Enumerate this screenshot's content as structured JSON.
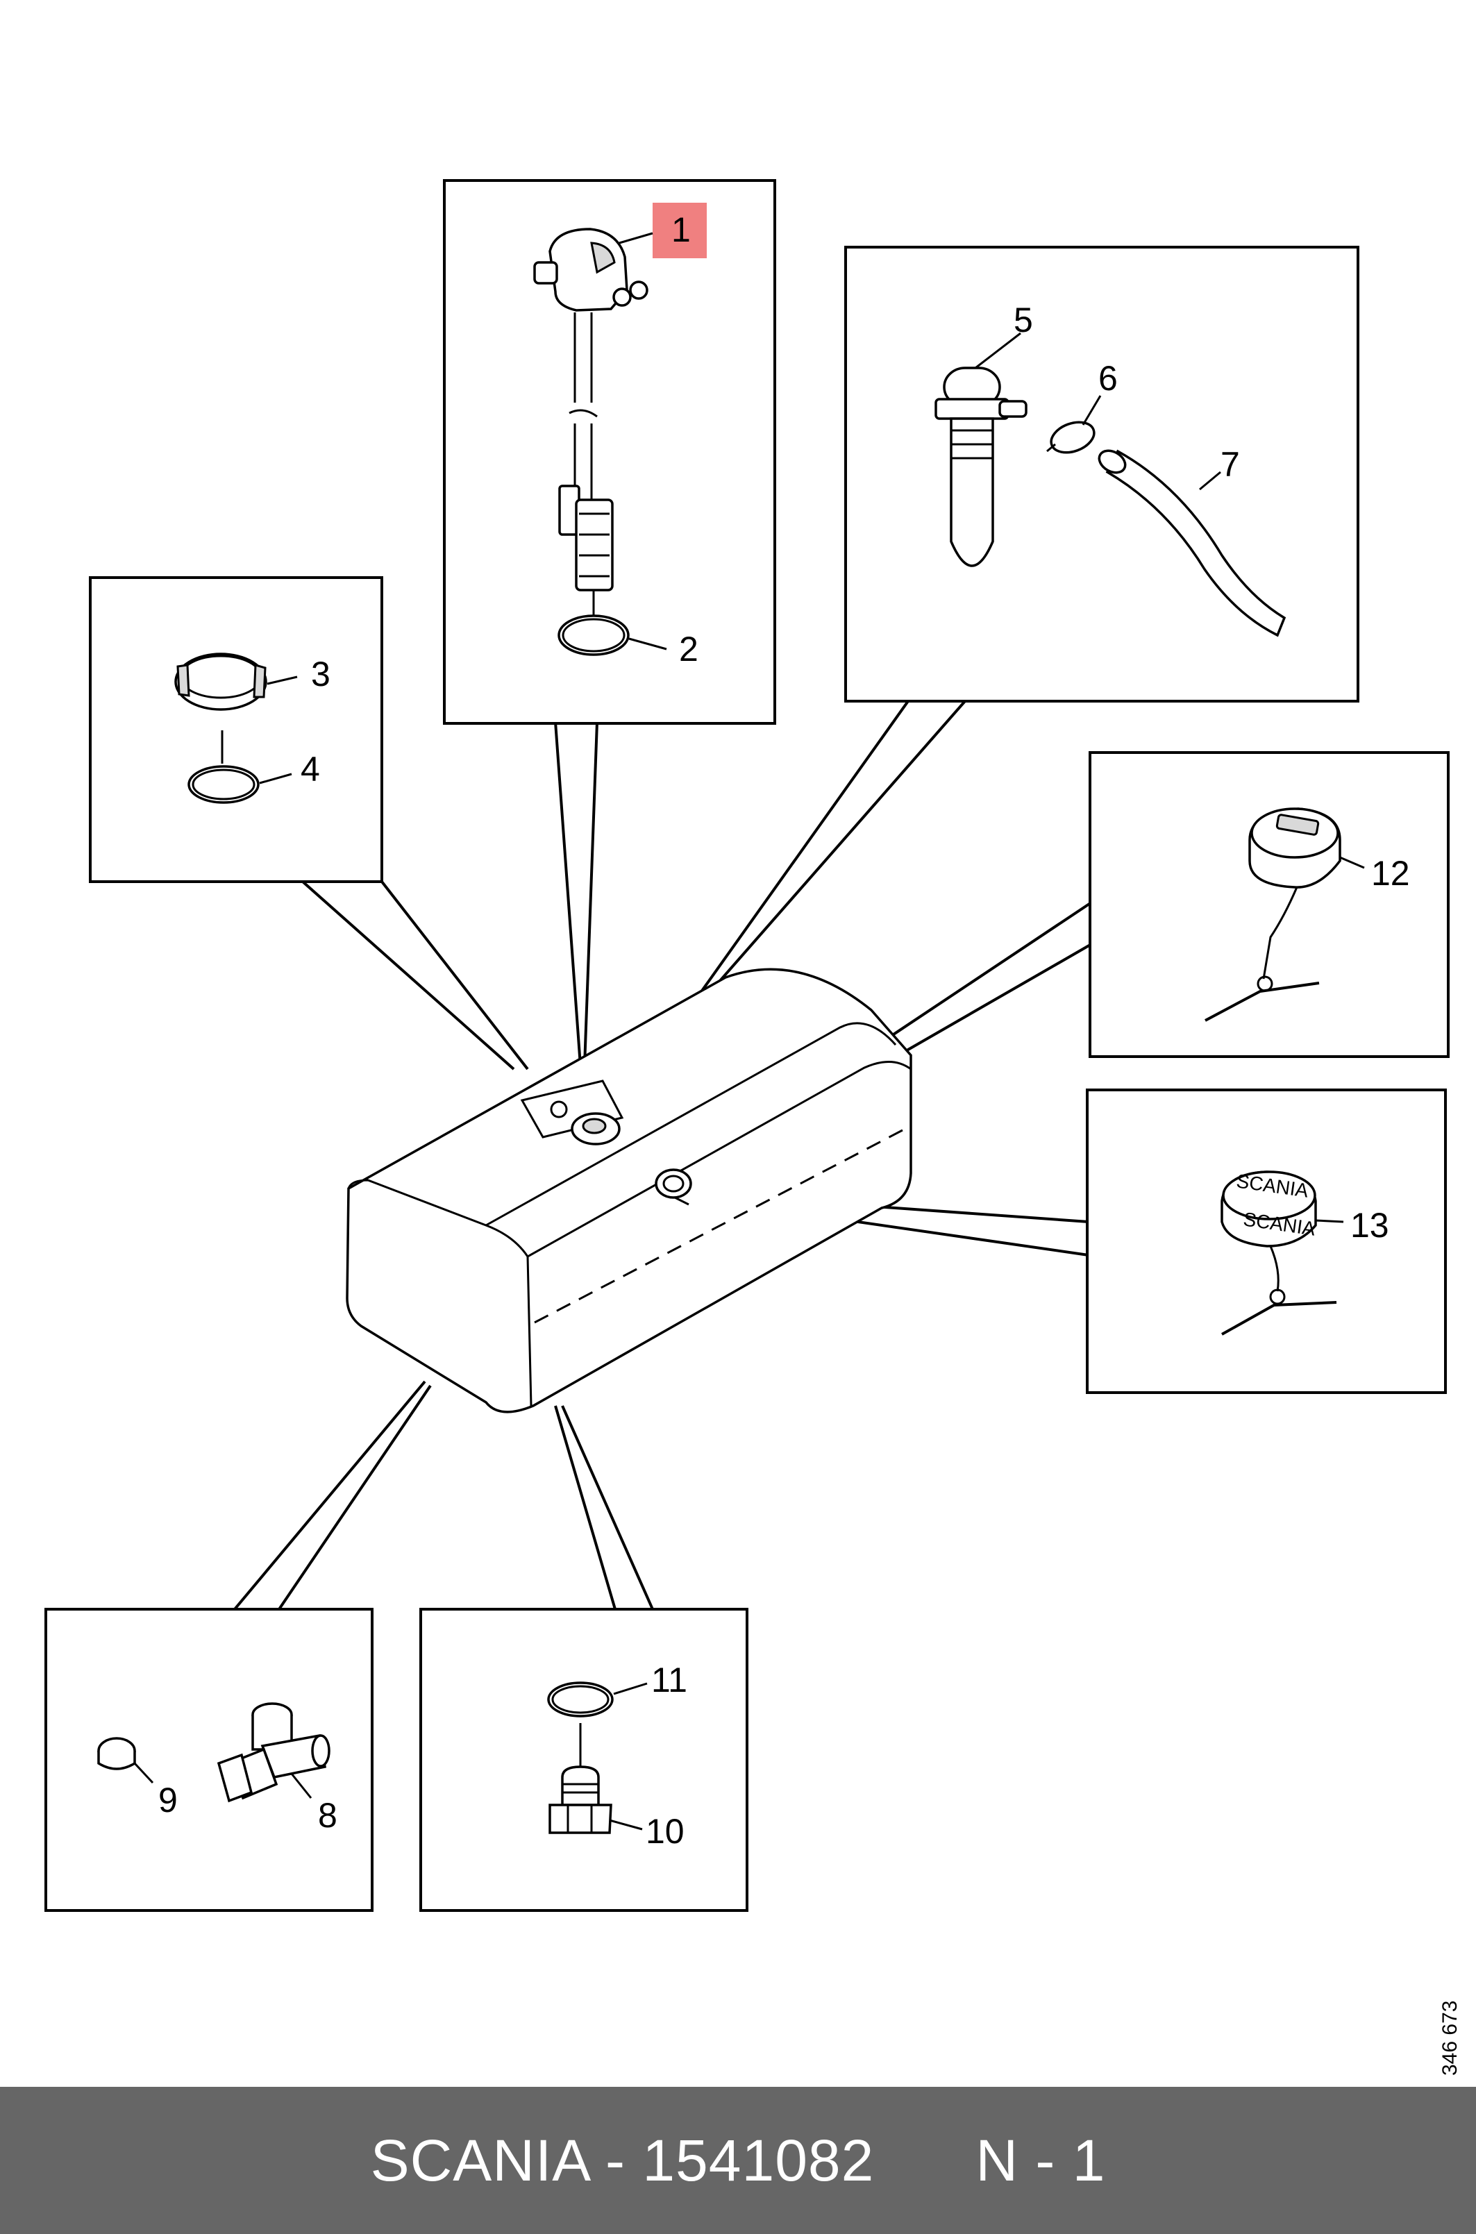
{
  "diagram": {
    "drawing_reference": "346 673",
    "highlight_color": "#f08080",
    "callouts": {
      "c1": "1",
      "c2": "2",
      "c3": "3",
      "c4": "4",
      "c5": "5",
      "c6": "6",
      "c7": "7",
      "c8": "8",
      "c9": "9",
      "c10": "10",
      "c11": "11",
      "c12": "12",
      "c13": "13"
    }
  },
  "footer": {
    "brand": "SCANIA",
    "separator": " - ",
    "part_number": "1541082",
    "position": "N - 1",
    "background": "#666666"
  }
}
